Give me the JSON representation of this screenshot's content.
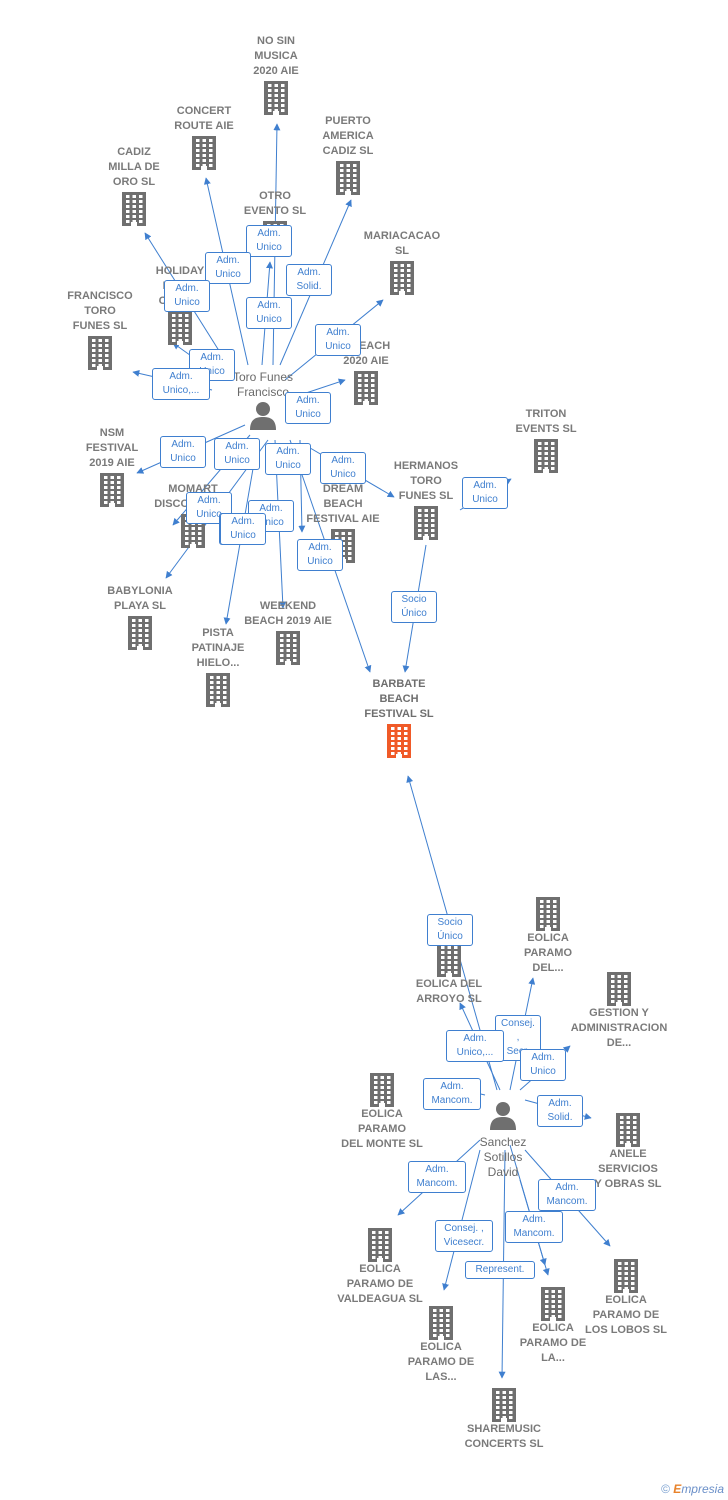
{
  "colors": {
    "edge": "#3f7fcf",
    "building": "#6f6f6f",
    "building_main": "#f05a28",
    "person": "#6f6f6f"
  },
  "persons": [
    {
      "id": "p1",
      "label": "Toro Funes\nFrancisco"
    },
    {
      "id": "p2",
      "label": "Sanchez\nSotillos\nDavid"
    }
  ],
  "companies": [
    {
      "id": "c_nosin",
      "label": "NO SIN\nMUSICA\n2020 AIE"
    },
    {
      "id": "c_concert",
      "label": "CONCERT\nROUTE  AIE"
    },
    {
      "id": "c_puerto",
      "label": "PUERTO\nAMERICA\nCADIZ  SL"
    },
    {
      "id": "c_cadiz",
      "label": "CADIZ\nMILLA DE\nORO  SL"
    },
    {
      "id": "c_otro",
      "label": "OTRO\nEVENTO  SL"
    },
    {
      "id": "c_maria",
      "label": "MARIACACAO\nSL"
    },
    {
      "id": "c_holiday",
      "label": "HOLIDAY\nDISCO\nCADIZ..."
    },
    {
      "id": "c_francisco",
      "label": "FRANCISCO\nTORO\nFUNES  SL"
    },
    {
      "id": "c_mbeach",
      "label": "MBEACH\n2020 AIE"
    },
    {
      "id": "c_triton",
      "label": "TRITON\nEVENTS  SL"
    },
    {
      "id": "c_nsm",
      "label": "NSM\nFESTIVAL\n2019 AIE"
    },
    {
      "id": "c_momart",
      "label": "MOMART\nDISCOCADIZ..."
    },
    {
      "id": "c_hermanos",
      "label": "HERMANOS\nTORO\nFUNES SL"
    },
    {
      "id": "c_dream",
      "label": "DREAM\nBEACH\nFESTIVAL AIE"
    },
    {
      "id": "c_babylonia",
      "label": "BABYLONIA\nPLAYA  SL"
    },
    {
      "id": "c_weekend",
      "label": "WEEKEND\nBEACH 2019 AIE"
    },
    {
      "id": "c_pista",
      "label": "PISTA\nPATINAJE\nHIELO..."
    },
    {
      "id": "c_barbate",
      "label": "BARBATE\nBEACH\nFESTIVAL  SL",
      "main": true
    },
    {
      "id": "c_eolica_del",
      "label": "EOLICA\nPARAMO\nDEL..."
    },
    {
      "id": "c_arroyo",
      "label": "EOLICA DEL\nARROYO SL"
    },
    {
      "id": "c_gestion",
      "label": "GESTION Y\nADMINISTRACION\nDE..."
    },
    {
      "id": "c_monte",
      "label": "EOLICA\nPARAMO\nDEL MONTE SL"
    },
    {
      "id": "c_anele",
      "label": "ANELE\nSERVICIOS\nY OBRAS SL"
    },
    {
      "id": "c_valdeagua",
      "label": "EOLICA\nPARAMO DE\nVALDEAGUA SL"
    },
    {
      "id": "c_lobos",
      "label": "EOLICA\nPARAMO DE\nLOS LOBOS SL"
    },
    {
      "id": "c_la",
      "label": "EOLICA\nPARAMO DE\nLA..."
    },
    {
      "id": "c_las",
      "label": "EOLICA\nPARAMO DE\nLAS..."
    },
    {
      "id": "c_sharemusic",
      "label": "SHAREMUSIC\nCONCERTS  SL"
    }
  ],
  "relations": [
    {
      "id": "r1",
      "label": "Adm.\nUnico"
    },
    {
      "id": "r2",
      "label": "Adm.\nUnico"
    },
    {
      "id": "r3",
      "label": "Adm.\nSolid."
    },
    {
      "id": "r4",
      "label": "Adm.\nUnico"
    },
    {
      "id": "r5",
      "label": "Adm.\nUnico"
    },
    {
      "id": "r6",
      "label": "Adm.\nUnico"
    },
    {
      "id": "r7",
      "label": "Adm.\nUnico"
    },
    {
      "id": "r8",
      "label": "Adm.\nUnico,..."
    },
    {
      "id": "r9",
      "label": "Adm.\nUnico"
    },
    {
      "id": "r10",
      "label": "Adm.\nUnico"
    },
    {
      "id": "r11",
      "label": "Adm.\nUnico"
    },
    {
      "id": "r12",
      "label": "Adm.\nUnico"
    },
    {
      "id": "r13",
      "label": "Adm.\nUnico"
    },
    {
      "id": "r14",
      "label": "Adm.\nUnico"
    },
    {
      "id": "r15",
      "label": "Adm.\nUnico"
    },
    {
      "id": "r16",
      "label": "Adm.\nUnico"
    },
    {
      "id": "r17",
      "label": "Adm.\nUnico"
    },
    {
      "id": "r18",
      "label": "Adm.\nUnico"
    },
    {
      "id": "r19",
      "label": "Adm.\nUnico"
    },
    {
      "id": "r20",
      "label": "Socio\nÚnico"
    },
    {
      "id": "r21",
      "label": "Socio\nÚnico"
    },
    {
      "id": "r22",
      "label": "Consej. ,\nSecr."
    },
    {
      "id": "r23",
      "label": "Adm.\nUnico,..."
    },
    {
      "id": "r24",
      "label": "Adm.\nUnico"
    },
    {
      "id": "r25",
      "label": "Adm.\nMancom."
    },
    {
      "id": "r26",
      "label": "Adm.\nSolid."
    },
    {
      "id": "r27",
      "label": "Adm.\nMancom."
    },
    {
      "id": "r28",
      "label": "Adm.\nMancom."
    },
    {
      "id": "r29",
      "label": "Consej. ,\nVicesecr."
    },
    {
      "id": "r30",
      "label": "Adm.\nMancom."
    },
    {
      "id": "r31",
      "label": "Represent."
    }
  ],
  "footer": {
    "copyright": "©",
    "brand_first": "E",
    "brand_rest": "mpresia"
  }
}
